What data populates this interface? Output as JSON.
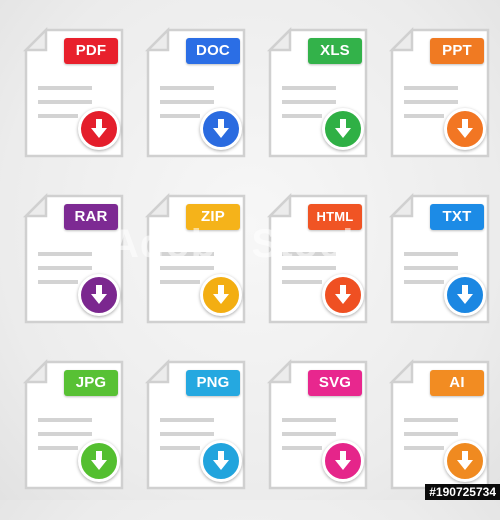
{
  "icons": [
    {
      "label": "PDF",
      "label_color": "#e8202c",
      "button_color": "#e41e2b"
    },
    {
      "label": "DOC",
      "label_color": "#2b6ee5",
      "button_color": "#2a6be0"
    },
    {
      "label": "XLS",
      "label_color": "#33b24a",
      "button_color": "#2fb045"
    },
    {
      "label": "PPT",
      "label_color": "#f07a22",
      "button_color": "#f27623"
    },
    {
      "label": "RAR",
      "label_color": "#7d2a93",
      "button_color": "#7b278f"
    },
    {
      "label": "ZIP",
      "label_color": "#f5b31a",
      "button_color": "#f3ae12"
    },
    {
      "label": "HTML",
      "label_color": "#f05424",
      "button_color": "#ef5022"
    },
    {
      "label": "TXT",
      "label_color": "#1c8be6",
      "button_color": "#1b87e2"
    },
    {
      "label": "JPG",
      "label_color": "#58c134",
      "button_color": "#54bf30"
    },
    {
      "label": "PNG",
      "label_color": "#25a8e0",
      "button_color": "#22a4dd"
    },
    {
      "label": "SVG",
      "label_color": "#e8278e",
      "button_color": "#e5258a"
    },
    {
      "label": "AI",
      "label_color": "#f28c22",
      "button_color": "#f08a20"
    }
  ],
  "icon_semantics": {
    "document": "file-document-icon",
    "download": "arrow-down-icon"
  },
  "watermark": "Adobe Stock",
  "stock_id": "#190725734"
}
